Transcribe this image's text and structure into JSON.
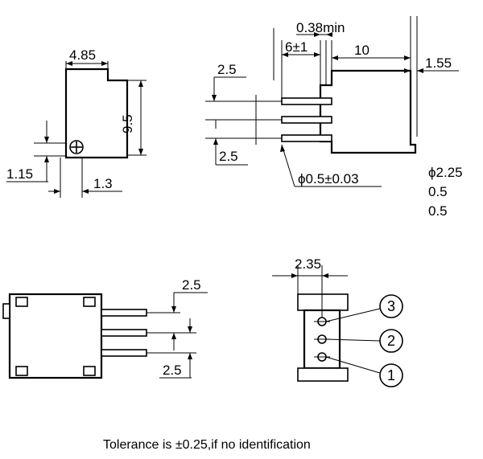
{
  "dimensions": {
    "front_width": "4.85",
    "front_height": "9.5",
    "front_offset_left": "1.15",
    "front_offset_right": "1.3",
    "side_pin_pitch_top": "2.5",
    "side_pin_pitch_bottom": "2.5",
    "side_min_gap": "0.38min",
    "side_pin_length": "6±1",
    "side_body_length": "10",
    "side_back_offset": "1.55",
    "pin_diameter": "ϕ0.5±0.03",
    "pin_section": [
      "ϕ2.25",
      "0.5",
      "0.5"
    ],
    "bottom_pin_pitch_top": "2.5",
    "bottom_pin_pitch_bottom": "2.5",
    "pinout_width": "2.35"
  },
  "pins": [
    "3",
    "2",
    "1"
  ],
  "note": "Tolerance is ±0.25,if no identification"
}
